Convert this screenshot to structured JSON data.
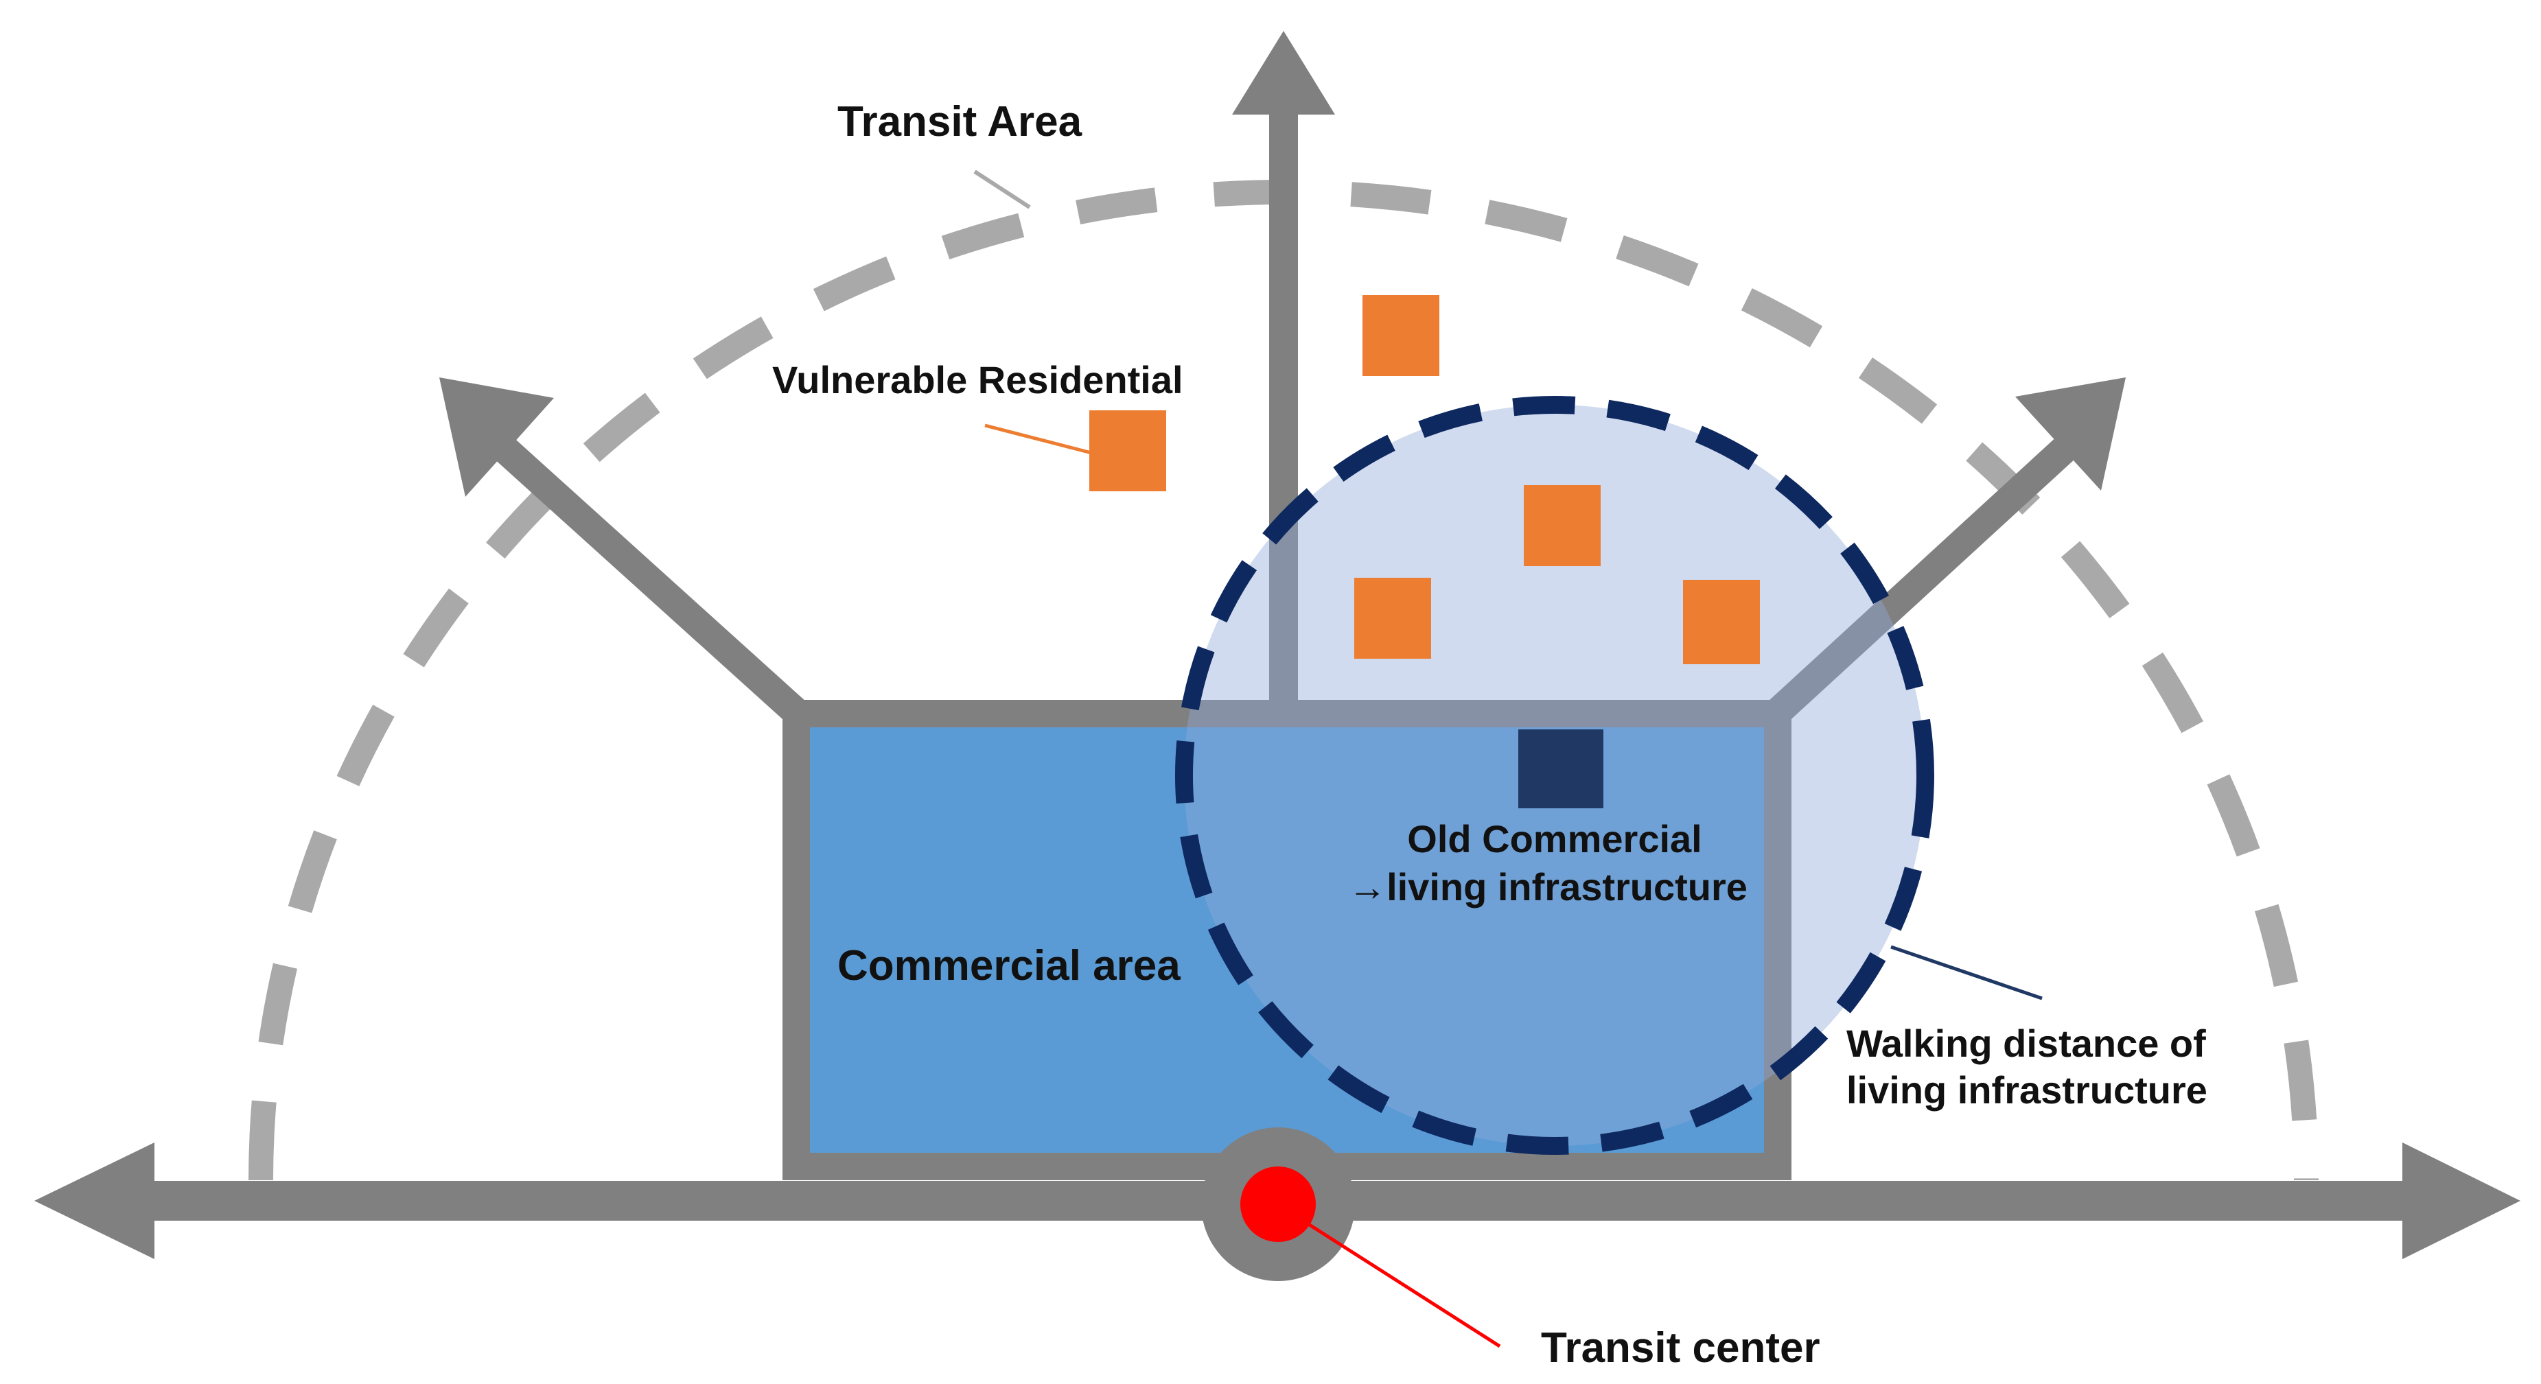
{
  "labels": {
    "transit_area": "Transit Area",
    "vulnerable_residential": "Vulnerable Residential",
    "old_commercial_line1": "Old Commercial",
    "old_commercial_line2": "→living infrastructure",
    "commercial_area": "Commercial area",
    "walking_distance_line1": "Walking distance of",
    "walking_distance_line2": "living infrastructure",
    "transit_center": "Transit center"
  },
  "colors": {
    "road": "#808080",
    "transit_area_dash": "#a9a9a9",
    "commercial_fill": "#5b9bd5",
    "walking_circle_fill": "#8eaad8",
    "walking_circle_stroke": "#0e2860",
    "residential": "#ed7d31",
    "old_commercial": "#1f3864",
    "transit_center": "#ff0000",
    "leader_residential": "#ed7d31",
    "leader_walking": "#1f3864",
    "leader_transit": "#ff0000"
  }
}
